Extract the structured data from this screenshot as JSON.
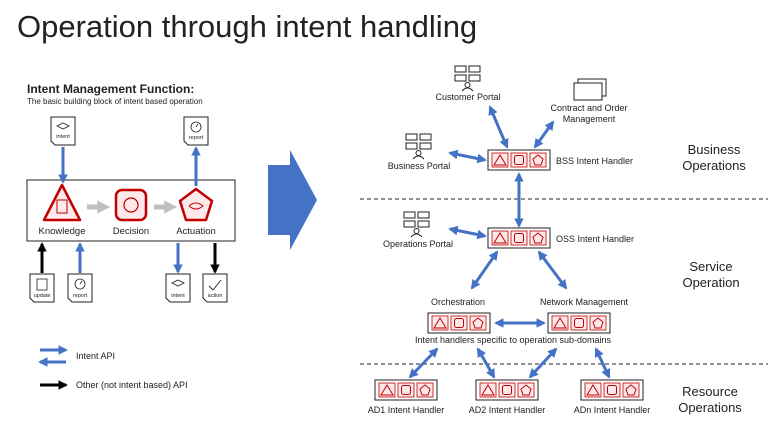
{
  "title": "Operation through intent handling",
  "imf": {
    "heading": "Intent Management Function:",
    "description": "The basic building block of intent based operation",
    "stages": [
      "Knowledge",
      "Decision",
      "Actuation"
    ],
    "docs": {
      "intent_in": "intent",
      "report_out": "report",
      "update": "update",
      "report_in": "report",
      "intent_out": "intent",
      "action": "action"
    }
  },
  "legend": {
    "intent_api": "Intent API",
    "other_api": "Other (not intent based) API"
  },
  "portals": {
    "customer": "Customer Portal",
    "business": "Business Portal",
    "operations": "Operations Portal",
    "contract": [
      "Contract and Order",
      "Management"
    ]
  },
  "handlers": {
    "bss": "BSS Intent Handler",
    "oss": "OSS Intent Handler",
    "orchestration": "Orchestration",
    "network": "Network Management",
    "subdomains": "Intent handlers specific to operation sub-domains",
    "ad1": "AD1 Intent Handler",
    "ad2": "AD2 Intent Handler",
    "adn": "ADn Intent Handler"
  },
  "layers": {
    "business": [
      "Business",
      "Operations"
    ],
    "service": [
      "Service",
      "Operation"
    ],
    "resource": [
      "Resource",
      "Operations"
    ]
  },
  "colors": {
    "intent_blue": "#4472c4",
    "handler_red": "#c00000",
    "text": "#222222"
  }
}
